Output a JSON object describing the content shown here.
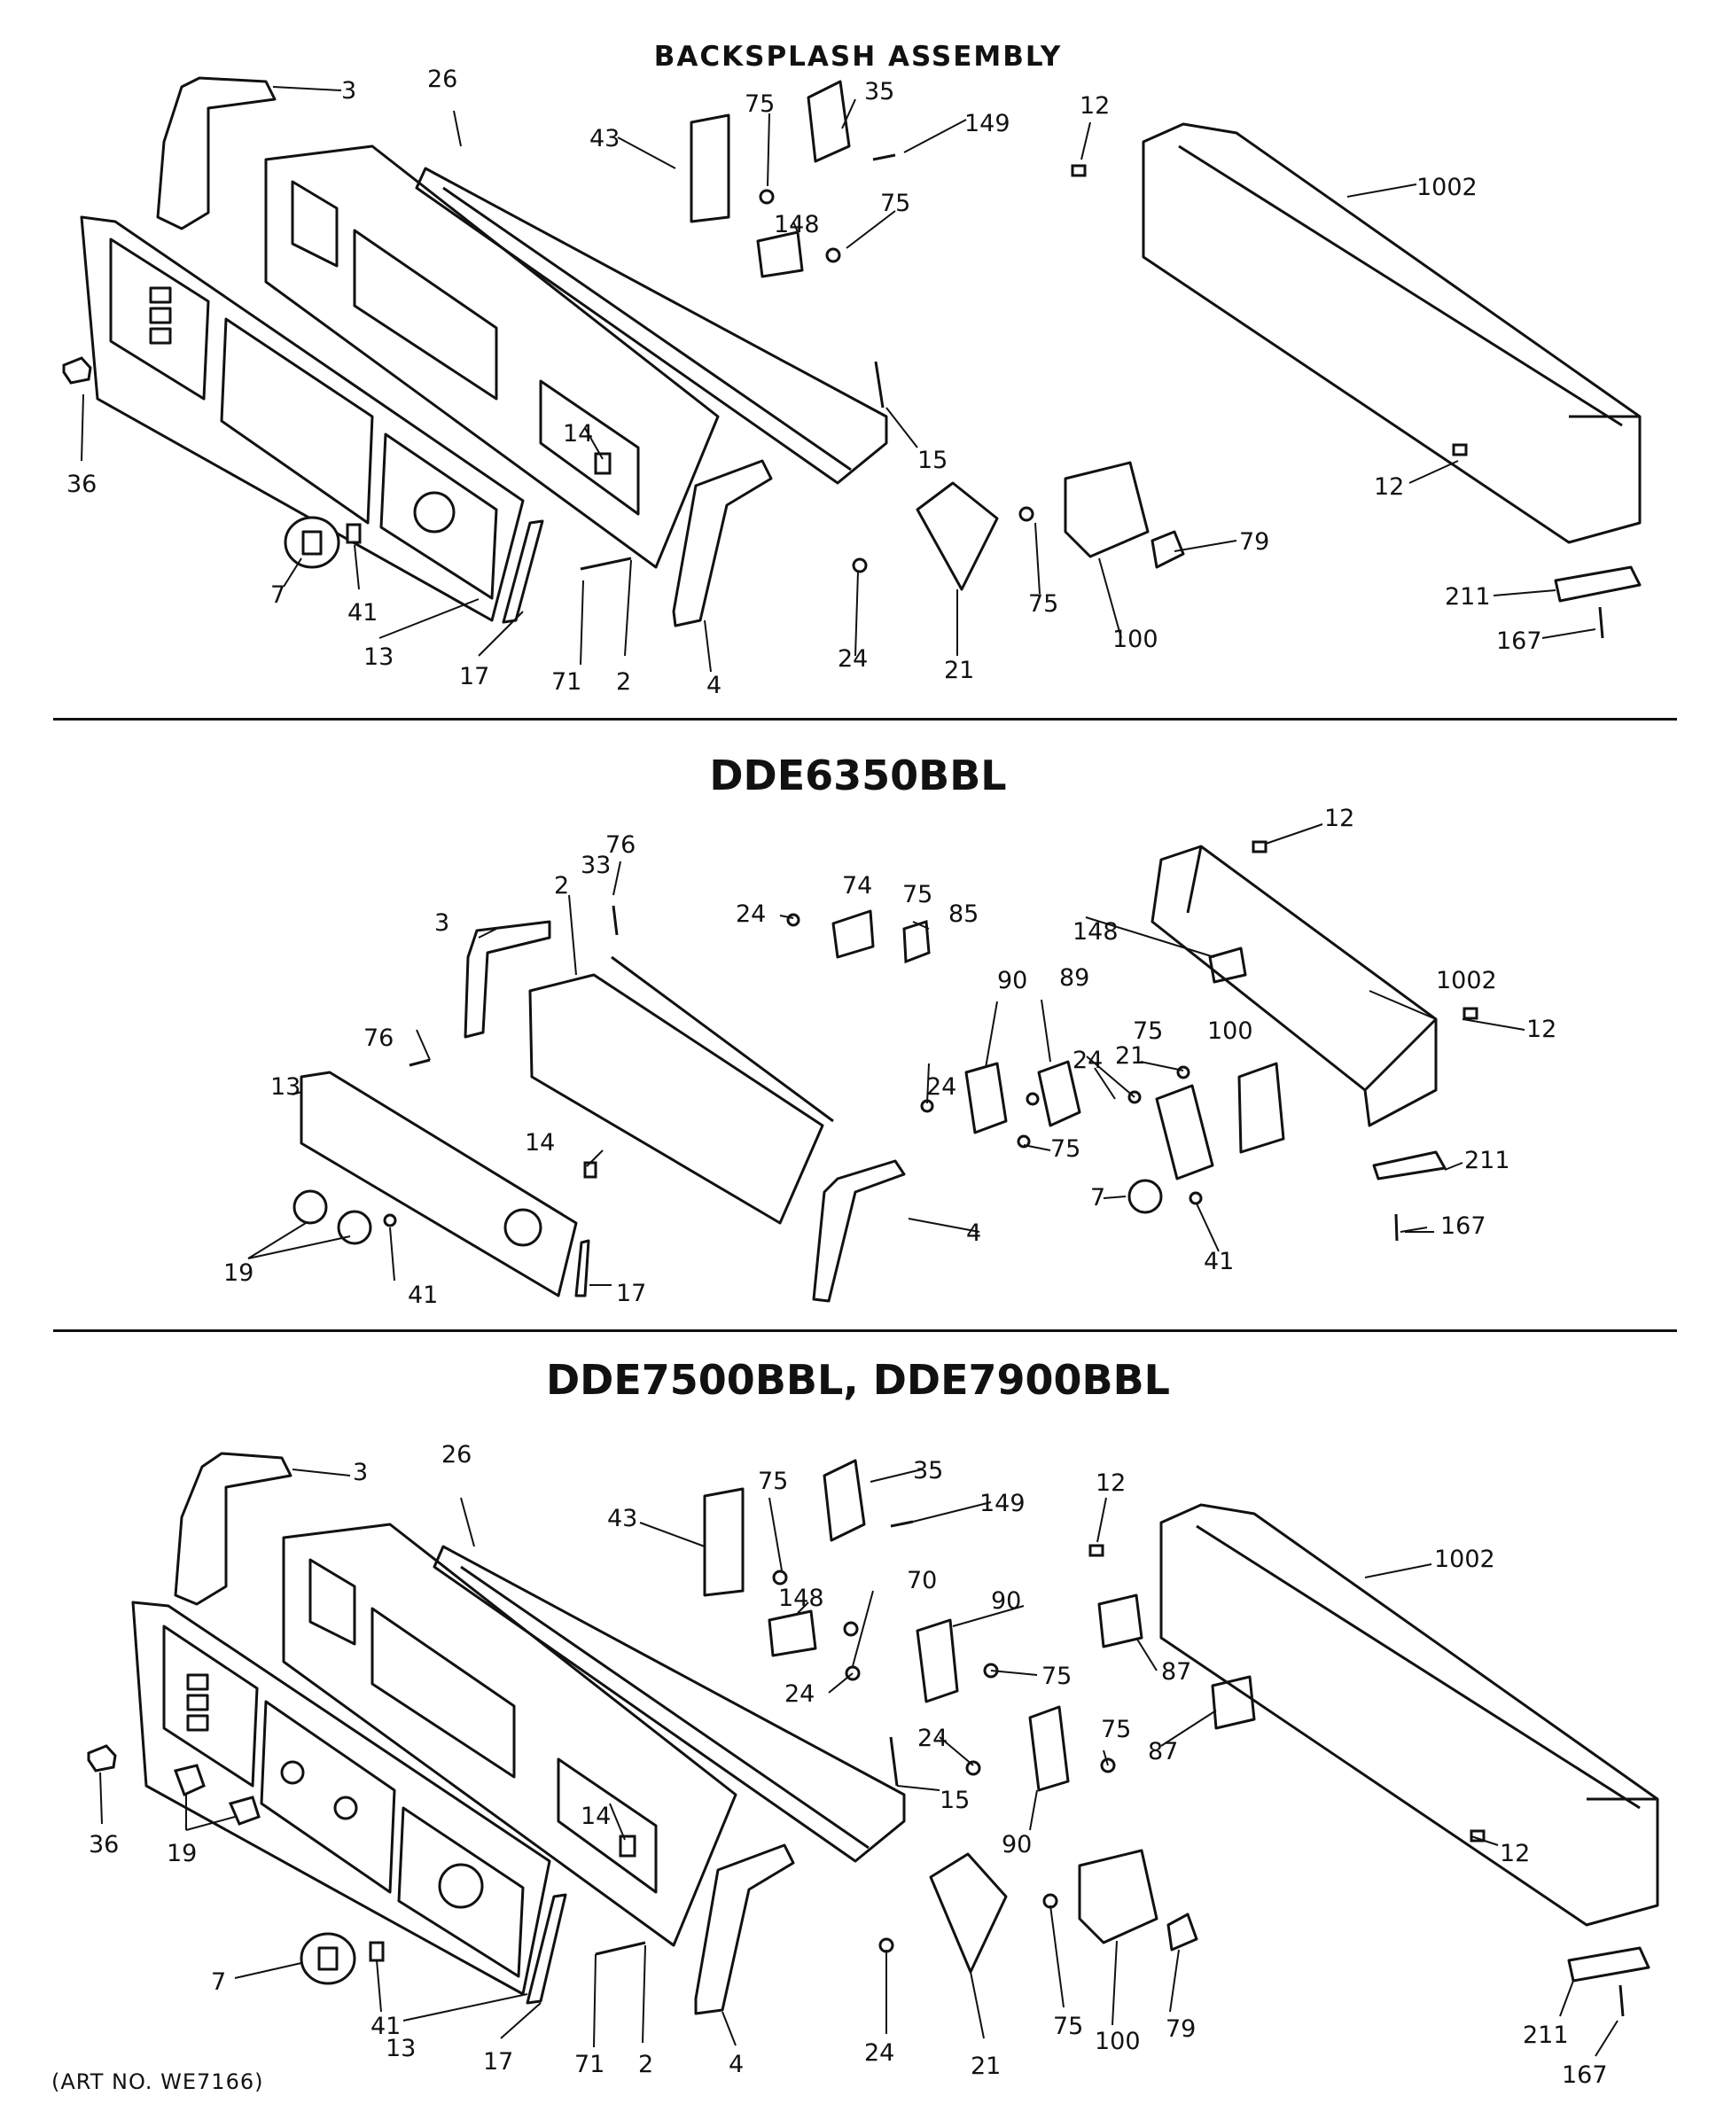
{
  "titles": {
    "assembly": "BACKSPLASH ASSEMBLY",
    "model_a": "DDE6350BBL",
    "model_b": "DDE7500BBL, DDE7900BBL"
  },
  "art_number": "(ART NO. WE7166)",
  "labels": {
    "s1": [
      "3",
      "26",
      "43",
      "75",
      "35",
      "149",
      "12",
      "1002",
      "148",
      "75",
      "15",
      "36",
      "14",
      "12",
      "7",
      "41",
      "13",
      "17",
      "71",
      "2",
      "4",
      "24",
      "21",
      "75",
      "100",
      "79",
      "211",
      "167"
    ],
    "s2": [
      "12",
      "76",
      "33",
      "2",
      "74",
      "75",
      "85",
      "24",
      "3",
      "148",
      "1002",
      "90",
      "89",
      "76",
      "12",
      "75",
      "100",
      "24",
      "21",
      "13",
      "24",
      "75",
      "14",
      "211",
      "4",
      "7",
      "167",
      "41",
      "19",
      "41",
      "17"
    ],
    "s3": [
      "3",
      "26",
      "35",
      "75",
      "43",
      "149",
      "12",
      "1002",
      "70",
      "148",
      "90",
      "24",
      "75",
      "87",
      "24",
      "75",
      "87",
      "15",
      "90",
      "14",
      "36",
      "12",
      "19",
      "7",
      "41",
      "13",
      "17",
      "71",
      "2",
      "4",
      "24",
      "21",
      "75",
      "100",
      "79",
      "211",
      "167"
    ]
  }
}
